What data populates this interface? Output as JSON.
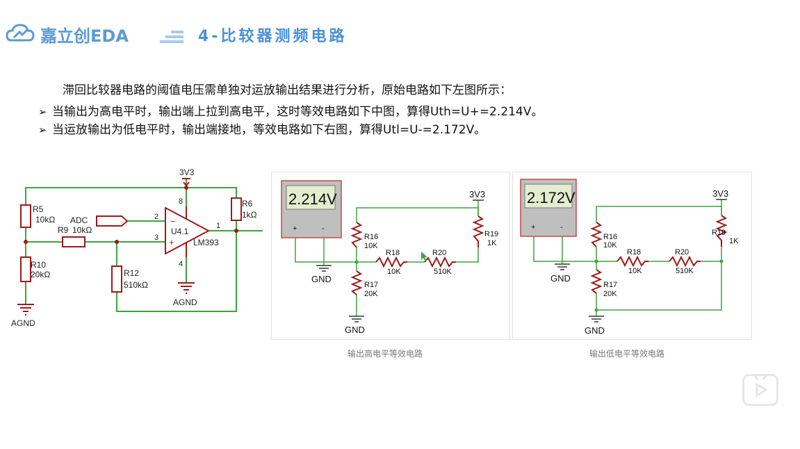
{
  "header": {
    "logo_text": "嘉立创EDA",
    "title": "4-比较器测频电路"
  },
  "text": {
    "intro": "滞回比较器电路的阈值电压需单独对运放输出结果进行分析，原始电路如下左图所示：",
    "bullets": [
      "当输出为高电平时，输出端上拉到高电平，这时等效电路如下中图，算得Uth=U+=2.214V。",
      "当运放输出为低电平时，输出端接地，等效电路如下右图，算得Utl=U-=2.172V。"
    ]
  },
  "left_circuit": {
    "supply": "3V3",
    "pin8": "8",
    "pin4": "4",
    "pin2": "2",
    "pin3": "3",
    "pin1": "1",
    "r5": "R5",
    "r5_val": "10kΩ",
    "adc": "ADC",
    "r9": "R9",
    "r9_val": "10kΩ",
    "r10": "R10",
    "r10_val": "20kΩ",
    "r12": "R12",
    "r12_val": "510kΩ",
    "r6": "R6",
    "r6_val": "1kΩ",
    "u41": "U4.1",
    "lm393": "LM393",
    "minus": "−",
    "plus": "+",
    "agnd_left": "AGND",
    "agnd_chip": "AGND"
  },
  "mid_circuit": {
    "meter": "2.214V",
    "plus": "+",
    "minus": "-",
    "supply": "3V3",
    "gnd_meter": "GND",
    "gnd_bottom": "GND",
    "r16": "R16",
    "r16_val": "10K",
    "r17": "R17",
    "r17_val": "20K",
    "r18": "R18",
    "r18_val": "10K",
    "r20": "R20",
    "r20_val": "510K",
    "r19": "R19",
    "r19_val": "1K",
    "caption": "输出高电平等效电路"
  },
  "right_circuit": {
    "meter": "2.172V",
    "plus": "+",
    "minus": "-",
    "supply": "3V3",
    "gnd_meter": "GND",
    "gnd_bottom": "GND",
    "r16": "R16",
    "r16_val": "10K",
    "r17": "R17",
    "r17_val": "20K",
    "r18": "R18",
    "r18_val": "10K",
    "r20": "R20",
    "r20_val": "510K",
    "r19": "R19",
    "r19_val": "1K",
    "caption": "输出低电平等效电路"
  },
  "colors": {
    "wire": "#3da33d",
    "component": "#a01818",
    "heading": "#4a90d9"
  },
  "icons": {
    "logo": "cloud-logo-icon",
    "play": "play-button-icon",
    "bullet": "arrow-bullet-icon"
  }
}
